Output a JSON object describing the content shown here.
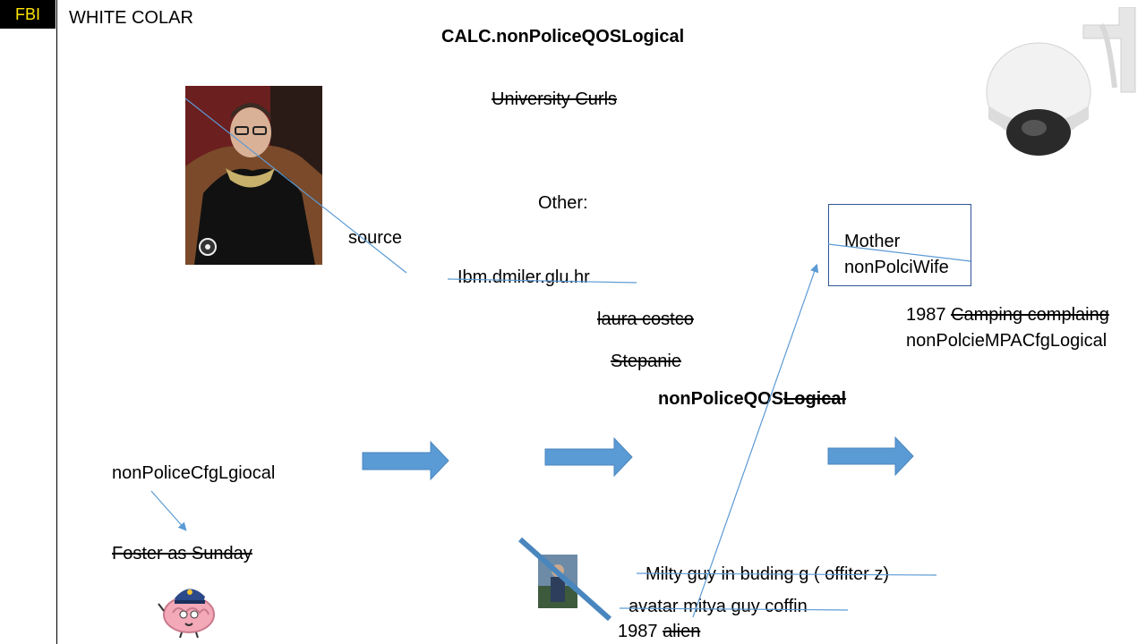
{
  "header": {
    "badge": "FBI",
    "title": "WHITE COLAR"
  },
  "slide": {
    "main_title": "CALC.nonPoliceQOSLogical",
    "university": "University Curls",
    "other_label": "Other:",
    "source_label": "source",
    "ibm_text": "Ibm.dmiler.glu.hr",
    "laura_text": "laura costco",
    "stepanie_text": "Stepanie",
    "qos_prefix": "nonPoliceQOS",
    "qos_struck": "Logical",
    "box_line1": "Mother",
    "box_line2": "nonPolciWife",
    "year_1987_a": "1987",
    "camping_text": "Camping complaing",
    "mpac_text": "nonPolcieMPACfgLogical",
    "cfg_text": "nonPoliceCfgLgiocal",
    "foster_text": "Foster as Sunday",
    "milty_text": "Milty guy in buding g ( offiter z)",
    "avatar_text": "avatar mitya guy coffin",
    "year_1987_b": "1987",
    "alien_text": "alien"
  },
  "images": {
    "photo": "portrait-photo-judge",
    "camera": "security-camera-icon",
    "brain": "police-brain-mascot",
    "thumb": "small-thumbnail-photo"
  },
  "colors": {
    "arrow_fill": "#5b9bd5",
    "connector": "#5b9bd5",
    "badge_bg": "#000000",
    "badge_text": "#ffe600"
  }
}
